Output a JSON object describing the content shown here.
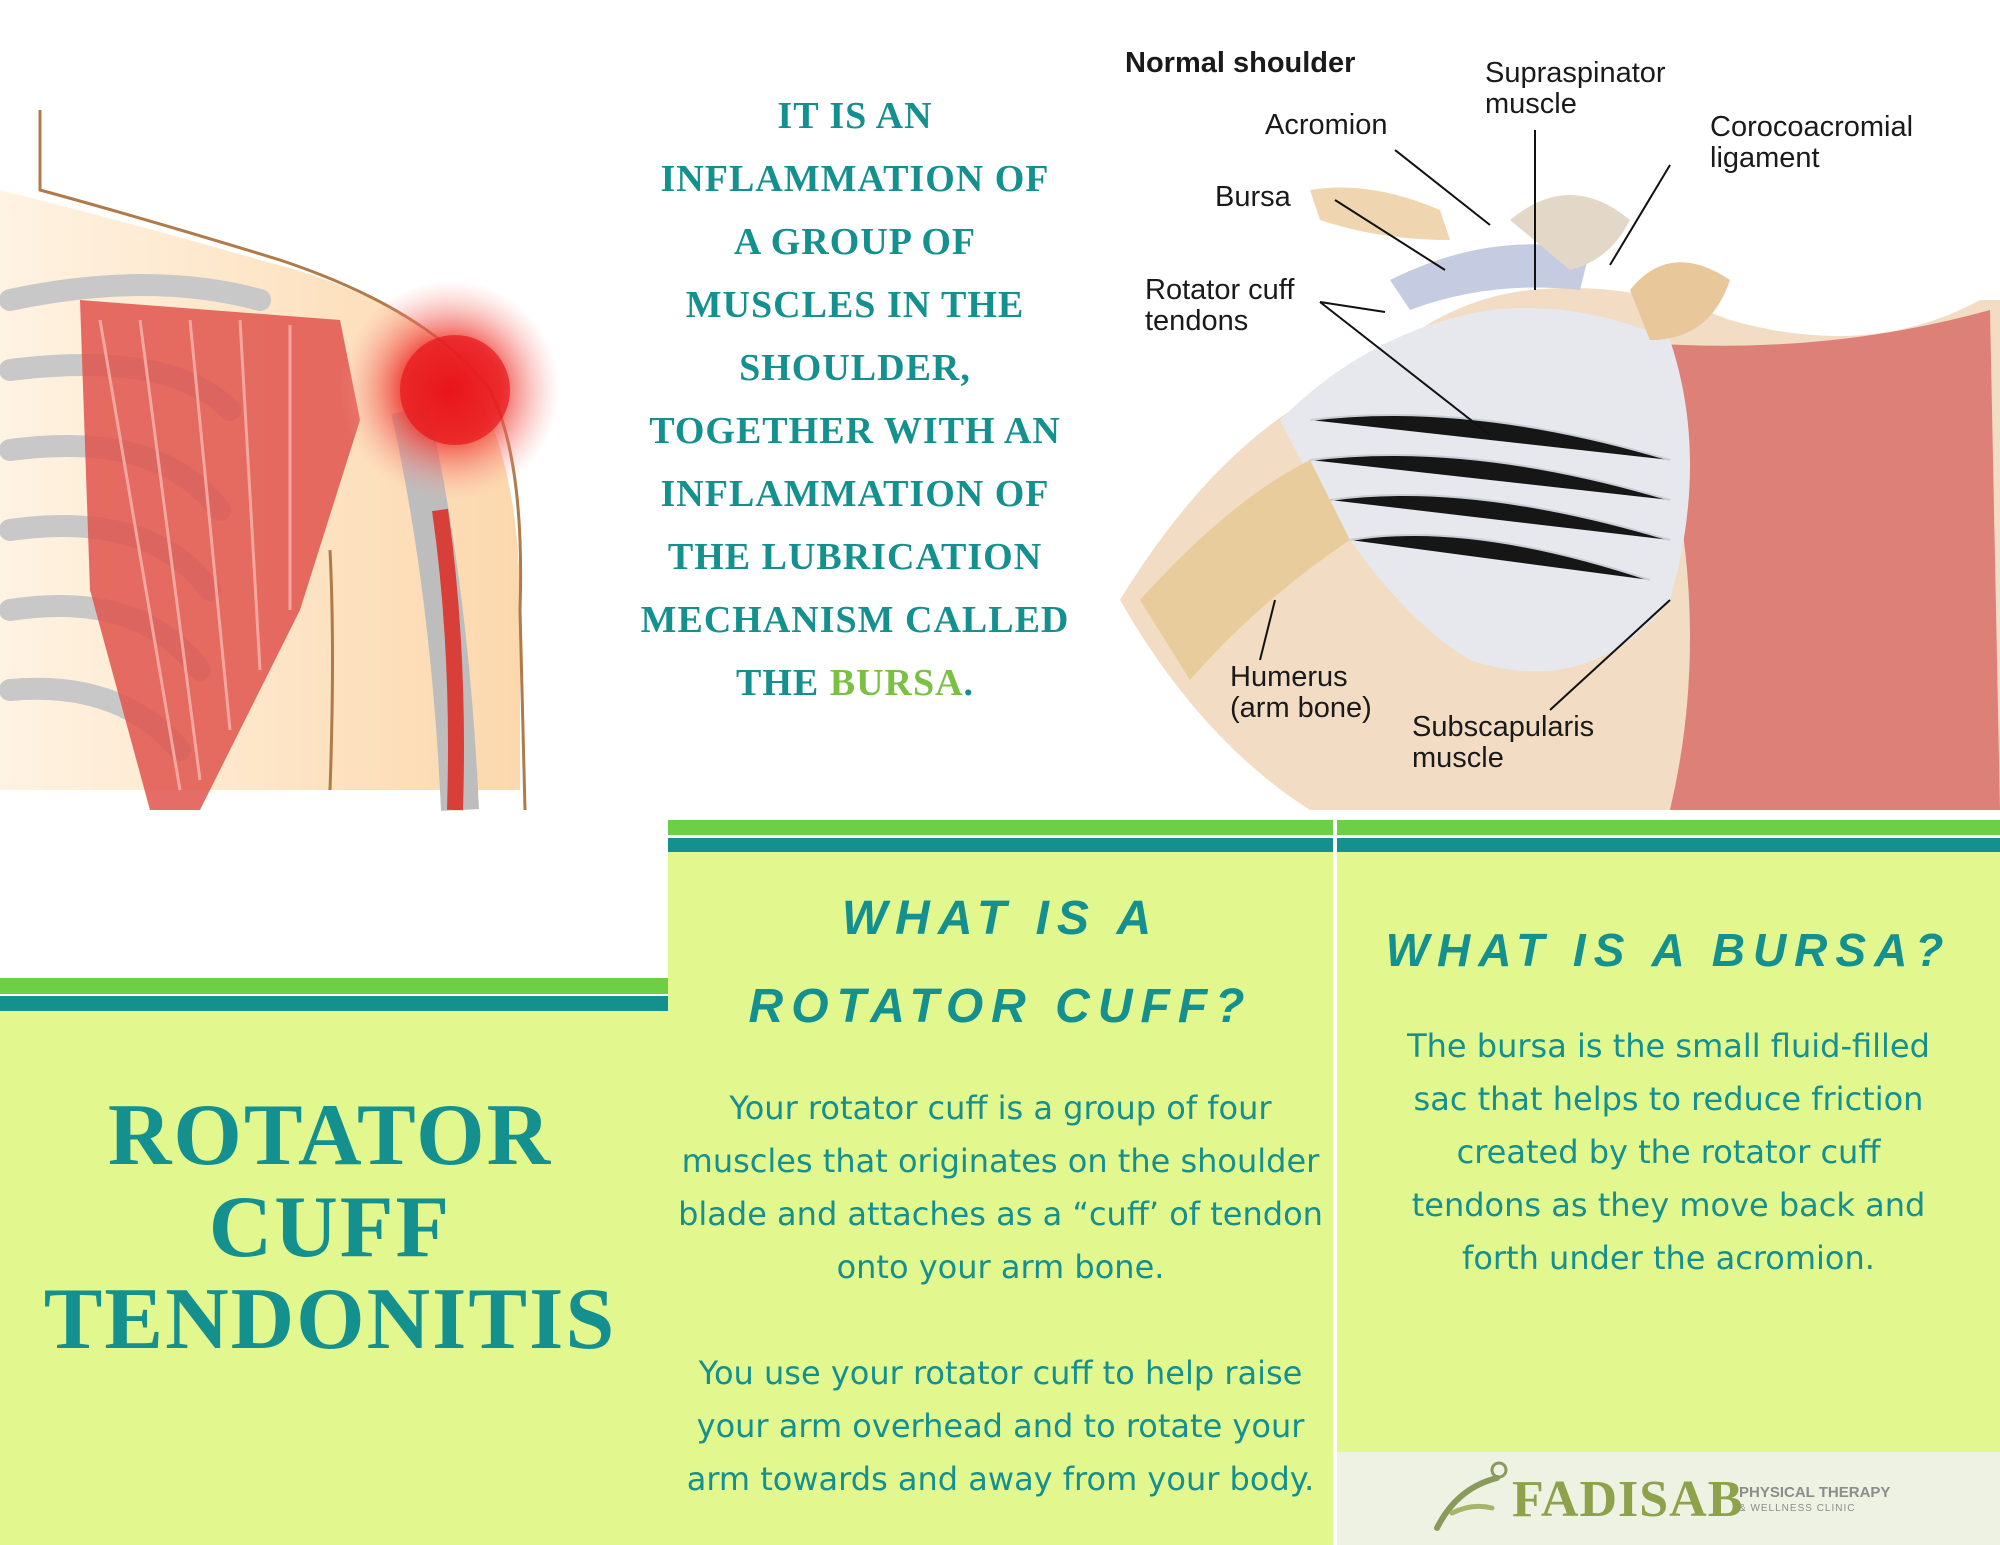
{
  "intro": {
    "lines": [
      "It is an",
      "inflammation of",
      "a group of",
      "muscles in the",
      "shoulder,",
      "together with an",
      "inflammation of",
      "the lubrication",
      "mechanism called"
    ],
    "last_prefix": "the ",
    "last_highlight": "bursa",
    "last_suffix": "."
  },
  "diagram": {
    "title": "Normal shoulder",
    "labels": {
      "acromion": "Acromion",
      "supraspinator_1": "Supraspinator",
      "supraspinator_2": "muscle",
      "corocoacromial_1": "Corocoacromial",
      "corocoacromial_2": "ligament",
      "bursa": "Bursa",
      "rotator_1": "Rotator cuff",
      "rotator_2": "tendons",
      "humerus_1": "Humerus",
      "humerus_2": "(arm bone)",
      "subscap_1": "Subscapularis",
      "subscap_2": "muscle"
    }
  },
  "title": {
    "line1": "ROTATOR",
    "line2": "CUFF",
    "line3": "TENDONITIS"
  },
  "rotator_section": {
    "heading_1": "WHAT IS A",
    "heading_2": "ROTATOR CUFF?",
    "p1_lines": [
      "Your rotator cuff is a group of four",
      "muscles that originates on the shoulder",
      "blade and attaches as a “cuff’ of tendon",
      "onto your arm bone."
    ],
    "p2_lines": [
      "You use your rotator cuff to help raise",
      "your arm overhead and to rotate your",
      "arm towards and away from your body."
    ]
  },
  "bursa_section": {
    "heading": "WHAT IS A BURSA?",
    "lines": [
      "The bursa is the small fluid-filled",
      "sac that helps to reduce friction",
      "created by the rotator cuff",
      "tendons as they move back and",
      "forth under the acromion."
    ]
  },
  "logo": {
    "name": "FADISAB",
    "tagline_1": "PHYSICAL THERAPY",
    "tagline_2": "& WELLNESS CLINIC"
  },
  "colors": {
    "teal": "#14908f",
    "green": "#6ccf45",
    "panel": "#e3f78f",
    "highlight": "#7bc043"
  }
}
